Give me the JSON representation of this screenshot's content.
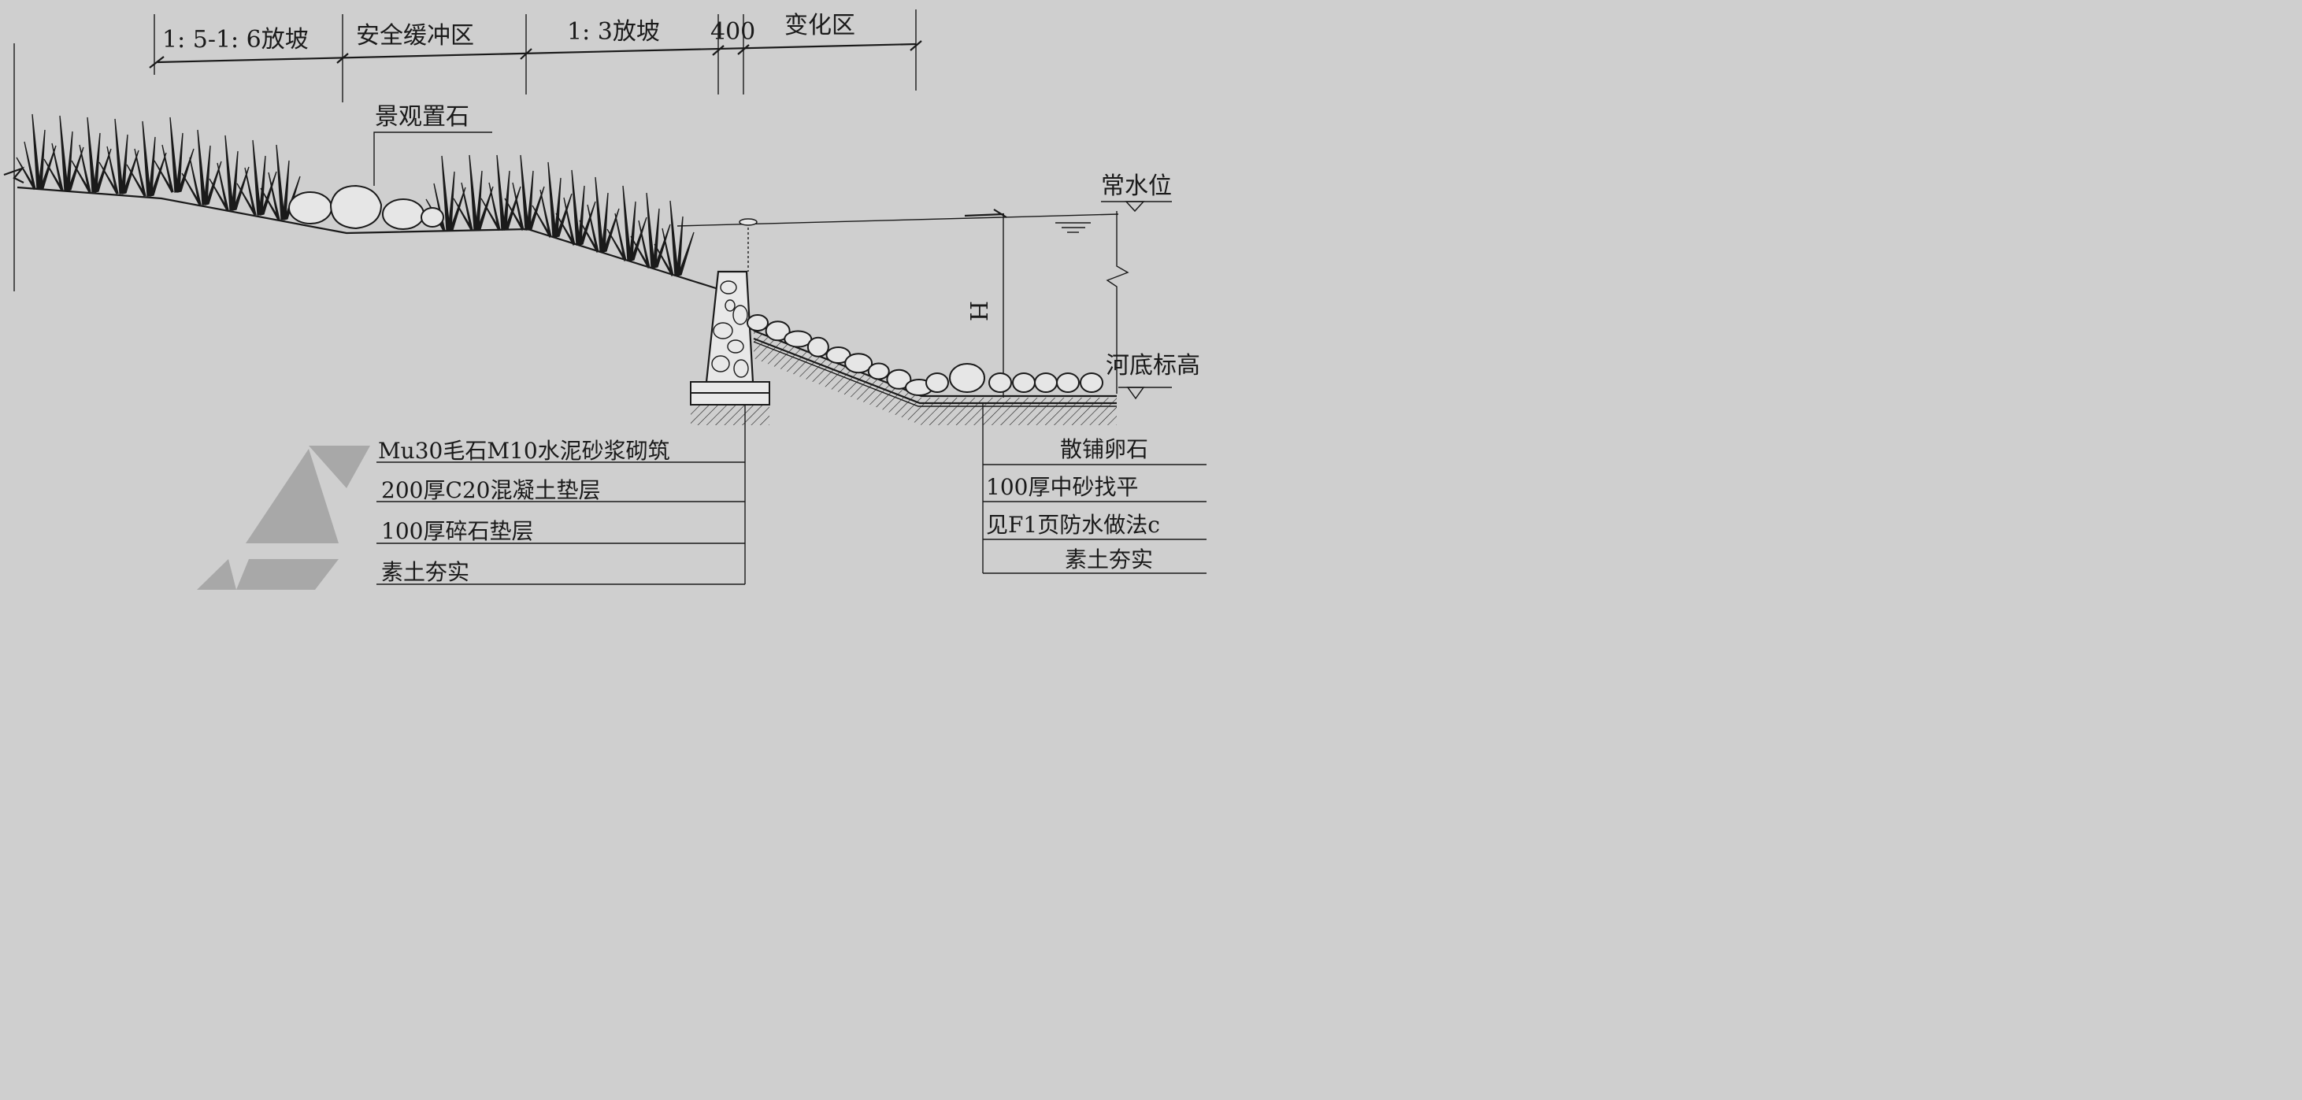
{
  "dimensions": {
    "seg1": "1: 5-1: 6放坡",
    "seg2": "安全缓冲区",
    "seg3": "1: 3放坡",
    "seg4": "400",
    "seg5": "变化区"
  },
  "callouts": {
    "landscape_stone": "景观置石",
    "normal_water_level": "常水位",
    "riverbed_elevation": "河底标高",
    "height_symbol": "H"
  },
  "wall_layers": [
    "Mu30毛石M10水泥砂浆砌筑",
    "200厚C20混凝土垫层",
    "100厚碎石垫层",
    "素土夯实"
  ],
  "riverbed_layers": [
    "散铺卵石",
    "100厚中砂找平",
    "见F1页防水做法c",
    "素土夯实"
  ]
}
